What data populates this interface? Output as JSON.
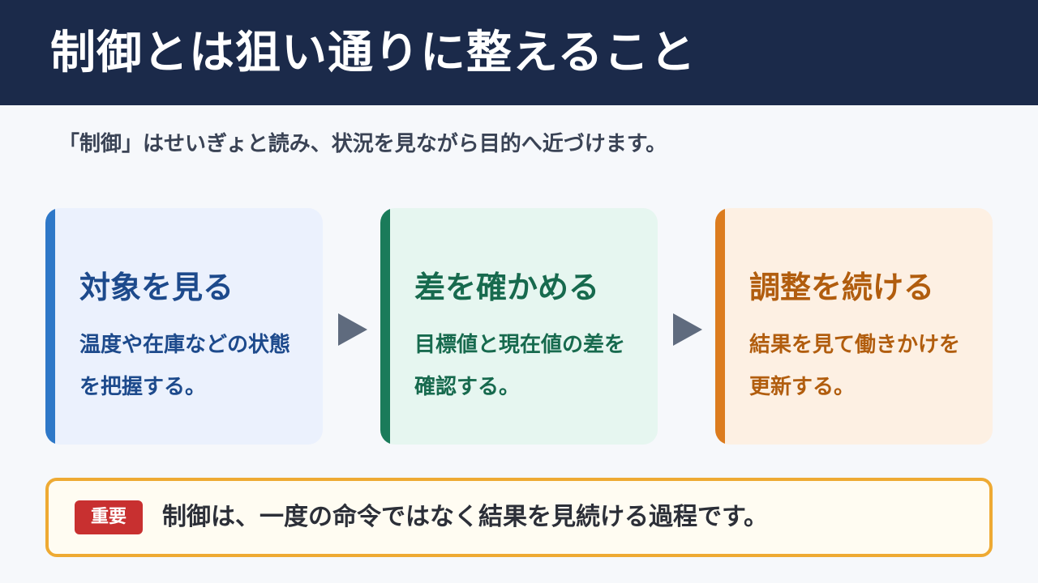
{
  "header": {
    "title": "制御とは狙い通りに整えること"
  },
  "subtitle": "「制御」はせいぎょと読み、状況を見ながら目的へ近づけます。",
  "steps": [
    {
      "title": "対象を見る",
      "body": "温度や在庫などの状態を把握する。",
      "accent": "#2e78c8"
    },
    {
      "title": "差を確かめる",
      "body": "目標値と現在値の差を確認する。",
      "accent": "#1a7b5a"
    },
    {
      "title": "調整を続ける",
      "body": "結果を見て働きかけを更新する。",
      "accent": "#dc7c1e"
    }
  ],
  "note": {
    "badge": "重要",
    "text": "制御は、一度の命令ではなく結果を見続ける過程です。",
    "badge_color": "#c83030",
    "border_color": "#eeaa33"
  },
  "colors": {
    "header_bg": "#1b2a4a",
    "page_bg": "#f6f8fb"
  }
}
